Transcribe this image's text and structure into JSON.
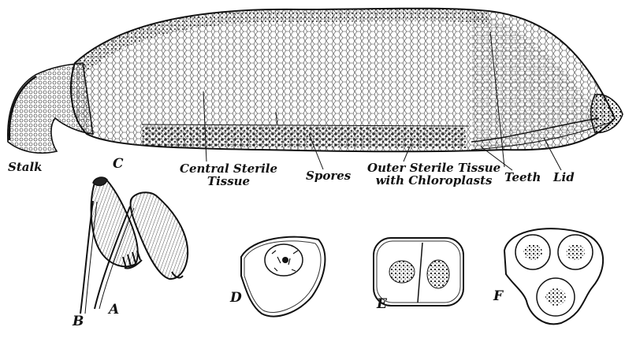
{
  "labels": {
    "stalk": "Stalk",
    "c": "C",
    "central_sterile_line1": "Central Sterile",
    "central_sterile_line2": "Tissue",
    "spores": "Spores",
    "outer_sterile_line1": "Outer Sterile Tissue",
    "outer_sterile_line2": "with Chloroplasts",
    "teeth": "Teeth",
    "lid": "Lid",
    "a": "A",
    "b": "B",
    "d": "D",
    "e": "E",
    "f": "F"
  },
  "colors": {
    "ink": "#111111",
    "paper": "#ffffff"
  }
}
